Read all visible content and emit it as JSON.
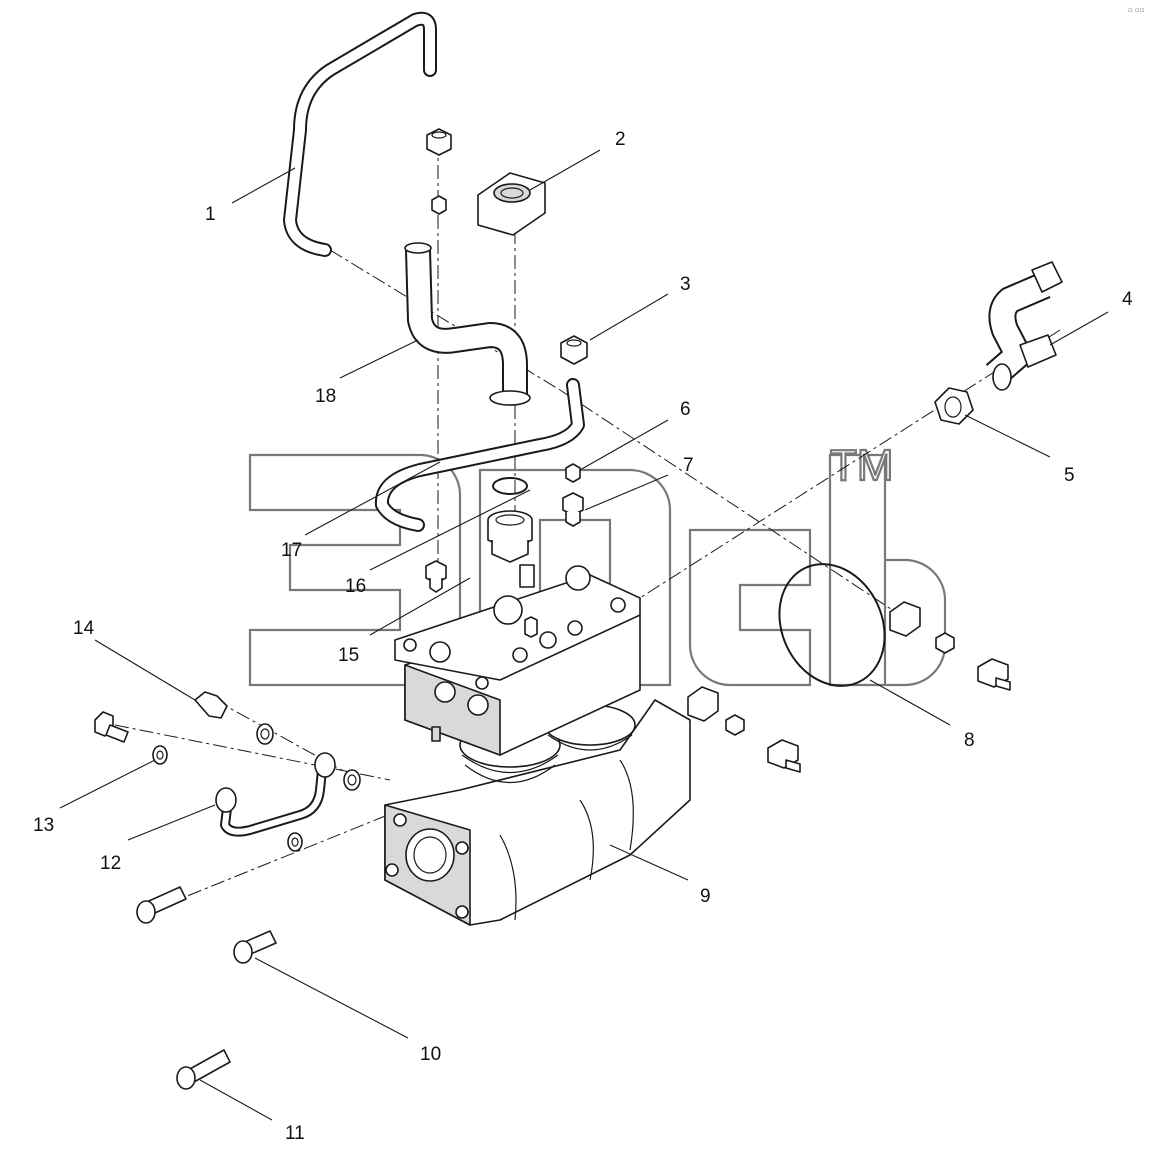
{
  "diagram": {
    "watermark": {
      "logo_text": "ЭПCb",
      "trademark": "TM"
    },
    "corner_mark": "▫ ▫▫",
    "callouts": [
      {
        "id": "1",
        "label": "1"
      },
      {
        "id": "2",
        "label": "2"
      },
      {
        "id": "3",
        "label": "3"
      },
      {
        "id": "4",
        "label": "4"
      },
      {
        "id": "5",
        "label": "5"
      },
      {
        "id": "6",
        "label": "6"
      },
      {
        "id": "7",
        "label": "7"
      },
      {
        "id": "8",
        "label": "8"
      },
      {
        "id": "9",
        "label": "9"
      },
      {
        "id": "10",
        "label": "10"
      },
      {
        "id": "11",
        "label": "11"
      },
      {
        "id": "12",
        "label": "12"
      },
      {
        "id": "13",
        "label": "13"
      },
      {
        "id": "14",
        "label": "14"
      },
      {
        "id": "15",
        "label": "15"
      },
      {
        "id": "16",
        "label": "16"
      },
      {
        "id": "17",
        "label": "17"
      },
      {
        "id": "18",
        "label": "18"
      }
    ],
    "colors": {
      "line": "#1a1a1a",
      "shade": "#d9d9d9",
      "watermark_outline": "#6a6a6a"
    }
  }
}
